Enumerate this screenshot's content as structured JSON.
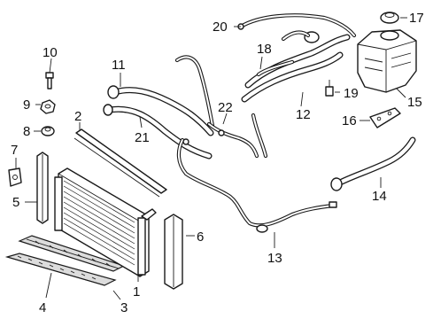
{
  "diagram": {
    "callouts": [
      {
        "id": "1",
        "label": "1"
      },
      {
        "id": "2",
        "label": "2"
      },
      {
        "id": "3",
        "label": "3"
      },
      {
        "id": "4",
        "label": "4"
      },
      {
        "id": "5",
        "label": "5"
      },
      {
        "id": "6",
        "label": "6"
      },
      {
        "id": "7",
        "label": "7"
      },
      {
        "id": "8",
        "label": "8"
      },
      {
        "id": "9",
        "label": "9"
      },
      {
        "id": "10",
        "label": "10"
      },
      {
        "id": "11",
        "label": "11"
      },
      {
        "id": "12",
        "label": "12"
      },
      {
        "id": "13",
        "label": "13"
      },
      {
        "id": "14",
        "label": "14"
      },
      {
        "id": "15",
        "label": "15"
      },
      {
        "id": "16",
        "label": "16"
      },
      {
        "id": "17",
        "label": "17"
      },
      {
        "id": "18",
        "label": "18"
      },
      {
        "id": "19",
        "label": "19"
      },
      {
        "id": "20",
        "label": "20"
      },
      {
        "id": "21",
        "label": "21"
      },
      {
        "id": "22",
        "label": "22"
      }
    ],
    "colors": {
      "line": "#1a1a1a",
      "background": "#ffffff",
      "text": "#111111"
    }
  }
}
